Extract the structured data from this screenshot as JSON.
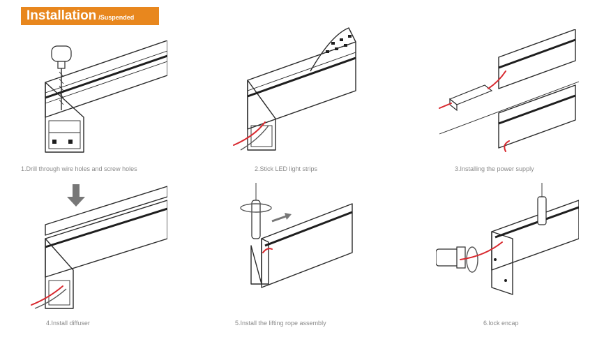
{
  "header": {
    "title": "Installation",
    "subtitle": "/Suspended",
    "accent_color": "#e8871e"
  },
  "steps": [
    {
      "caption": "1.Drill through wire holes and screw holes"
    },
    {
      "caption": "2.Stick LED light strips"
    },
    {
      "caption": "3.Installing the power supply"
    },
    {
      "caption": "4.Install diffuser"
    },
    {
      "caption": "5.Install the lifting rope assembly"
    },
    {
      "caption": "6.lock encap"
    }
  ],
  "colors": {
    "wire": "#d8282e",
    "caption": "#8a8a8a"
  }
}
